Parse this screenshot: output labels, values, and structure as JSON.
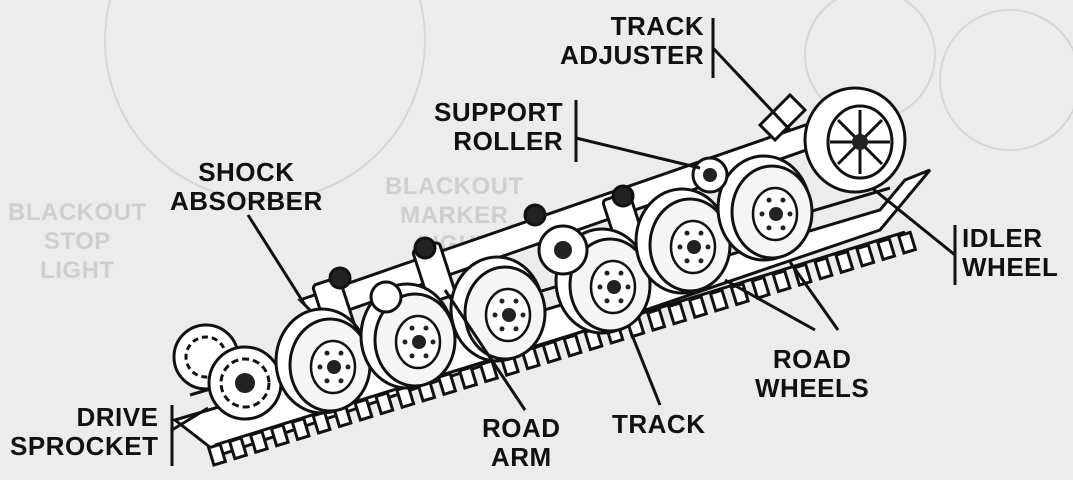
{
  "colors": {
    "background": "#ececec",
    "ink": "#111111",
    "ghost": "#cfcfcf",
    "wheel_face": "#f5f5f5"
  },
  "background_ghost": {
    "left": [
      "BLACKOUT",
      "STOP",
      "LIGHT"
    ],
    "center": [
      "BLACKOUT",
      "MARKER",
      "LIGHT"
    ]
  },
  "labels": {
    "track_adjuster": [
      "TRACK",
      "ADJUSTER"
    ],
    "support_roller": [
      "SUPPORT",
      "ROLLER"
    ],
    "shock_absorber": [
      "SHOCK",
      "ABSORBER"
    ],
    "idler_wheel": [
      "IDLER",
      "WHEEL"
    ],
    "road_wheels": [
      "ROAD",
      "WHEELS"
    ],
    "drive_sprocket": [
      "DRIVE",
      "SPROCKET"
    ],
    "road_arm": [
      "ROAD",
      "ARM"
    ],
    "track": [
      "TRACK"
    ]
  }
}
